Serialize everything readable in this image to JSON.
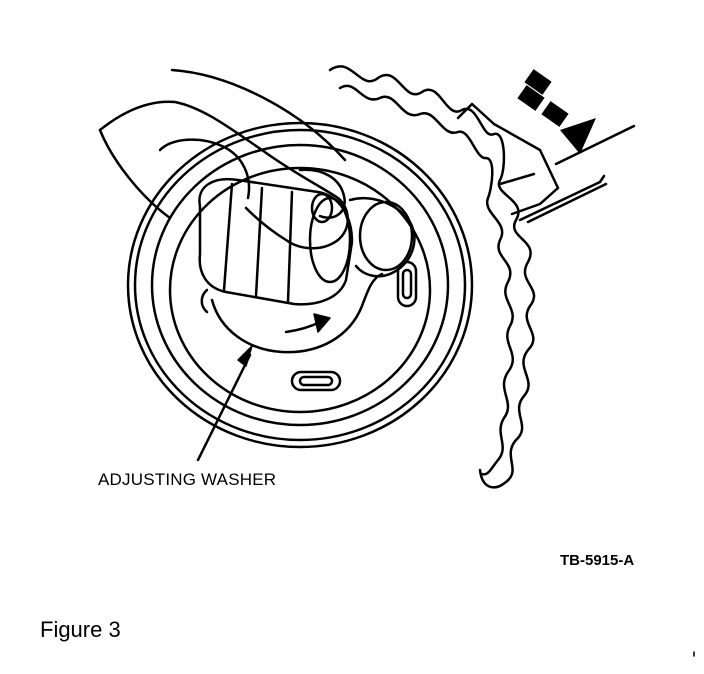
{
  "callout": {
    "label": "ADJUSTING WASHER"
  },
  "part_number": "TB-5915-A",
  "caption": "Figure 3",
  "colors": {
    "ink": "#000000",
    "paper": "#ffffff"
  }
}
